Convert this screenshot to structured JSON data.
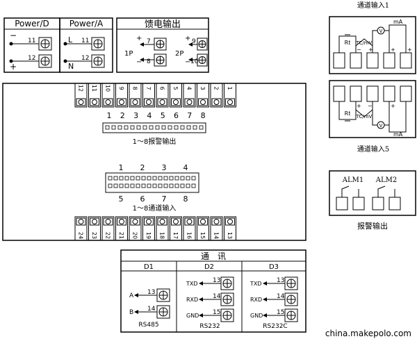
{
  "power_d": {
    "title": "Power/D",
    "minus": "−",
    "plus": "+",
    "t1": "11",
    "t2": "12"
  },
  "power_a": {
    "title": "Power/A",
    "l": "L",
    "n": "N",
    "t1": "11",
    "t2": "12"
  },
  "feed": {
    "title": "馈电输出",
    "p1": "1P",
    "p2": "2P",
    "t1": "7",
    "t2": "8",
    "t3": "9",
    "t4": "10",
    "plus": "+",
    "minus": "−"
  },
  "top_terminals": [
    "12",
    "11",
    "10",
    "9",
    "8",
    "7",
    "6",
    "5",
    "4",
    "3",
    "2",
    "1"
  ],
  "bottom_terminals": [
    "24",
    "23",
    "22",
    "21",
    "20",
    "19",
    "18",
    "17",
    "16",
    "15",
    "14",
    "13"
  ],
  "alarm_nums": [
    "1",
    "2",
    "3",
    "4",
    "5",
    "6",
    "7",
    "8"
  ],
  "alarm_label": "1～8报警输出",
  "input_top_nums": [
    "1",
    "2",
    "3",
    "4"
  ],
  "input_bottom_nums": [
    "5",
    "6",
    "7",
    "8"
  ],
  "input_label": "1～8通道输入",
  "channel1": {
    "title": "通道输入1",
    "rt": "Rt",
    "tc": "TC/mV",
    "v": "V",
    "ma": "mA",
    "plus": "+",
    "minus": "−"
  },
  "channel5": {
    "title": "通道输入5",
    "rt": "Rt",
    "tc": "TC/mV",
    "v": "V",
    "ma": "mA",
    "plus": "+",
    "minus": "−"
  },
  "alarm_box": {
    "alm1": "ALM1",
    "alm2": "ALM2",
    "label": "报警输出"
  },
  "comm": {
    "title": "通　讯",
    "d1": {
      "head": "D1",
      "a": "A",
      "b": "B",
      "t1": "13",
      "t2": "14",
      "name": "RS485"
    },
    "d2": {
      "head": "D2",
      "txd": "TXD",
      "rxd": "RXD",
      "gnd": "GND",
      "t1": "13",
      "t2": "14",
      "t3": "15",
      "name": "RS232"
    },
    "d3": {
      "head": "D3",
      "txd": "TXD",
      "rxd": "RXD",
      "gnd": "GND",
      "t1": "13",
      "t2": "14",
      "t3": "15",
      "name": "RS232C"
    }
  },
  "watermark": "china.makepolo.com"
}
